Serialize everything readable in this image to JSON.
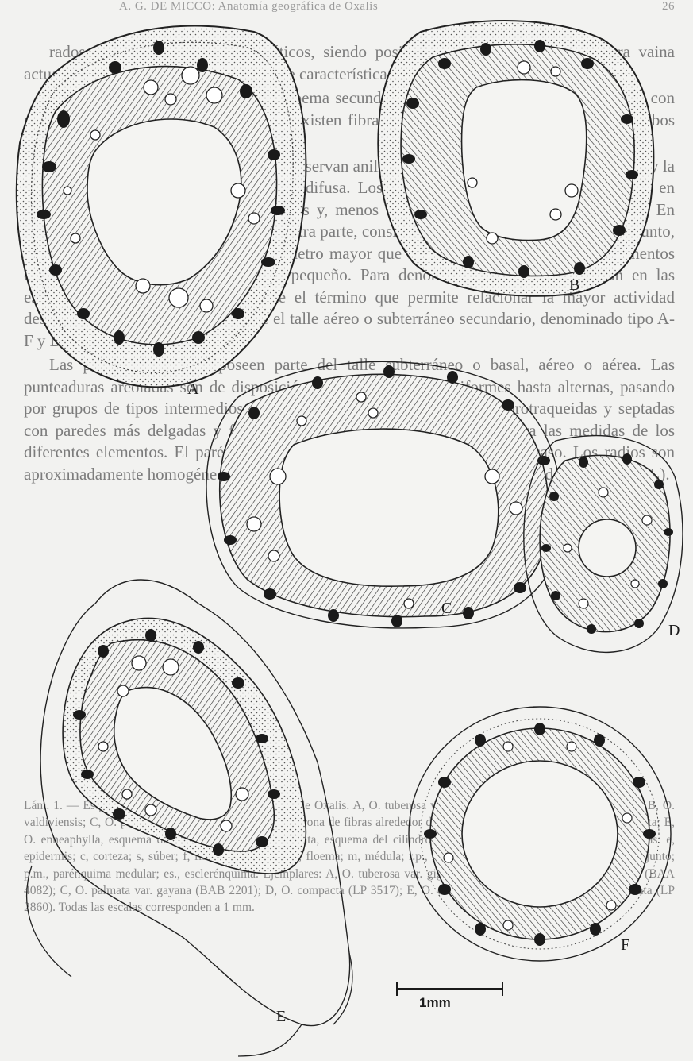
{
  "header": {
    "running_title": "A. G. DE MICCO: Anatomía geográfica de Oxalis",
    "page_number": "26"
  },
  "body_paragraphs": [
    "rados por elementos parenquimáticos, siendo posible encontrar células de nuestra vaina actuando como radios o con mayor parte característica que para las especies.",
    "Los elementos de conducción del floema secundario son principalmente tubos cribosos con placas cribosas simples o compuestas. Existen fibras liberianas que forman casquetes de tubos cribosos con elementos parenquimáticos.",
    "En la mayoría de las especies no se observan anillos de crecimiento en el leño secundario y la distribución de los vasos es en general difusa. Los vasos son frecuentemente solitarios o en pequeños grupos radiales cortos y largos y, menos frecuentemente, agrupados en racimo. En algunos casos se ha observado que, por otra parte, considerando el anillo vascular en su conjunto, se advierten sectores con vasos de diámetro mayor que alternan con otros donde los elementos conductores tienen un diámetro más pequeño. Para denominar este carácter, común en las especies más acentuadas, se propone el término que permite relacionar la mayor actividad designada con la posición que posee el talle aéreo o subterráneo secundario, denominado tipo A-F y D.",
    "Las plantas estudiadas poseen parte del talle subterráneo o basal, aéreo o aérea. Las punteaduras areoladas son de disposición alterna, desde escaleriformes hasta alternas, pasando por grupos de tipos intermedios y opuestos. También se encuentran fibrotraqueidas y septadas con paredes más delgadas y fibras septadas (Fig. 3 L). La figura 3 para las medidas de los diferentes elementos. El parénquima xilemático axial es perivascular y escaso. Los radios son aproximadamente homogéneos, más o menos anchos, uniseriados y multiseriados (Fig. 3 K y L)."
  ],
  "figure": {
    "panel_labels": [
      "A",
      "B",
      "C",
      "D",
      "E",
      "F"
    ],
    "scale_bar_label": "1mm"
  },
  "caption": "Lám. 1. — Esquemas de cortes transversales de talles de Oxalis. A, O. tuberosa var. gigantea, detalle del cilindro vascular; B, O. valdiviensis; C, O. palmata var. gayana, detalle de la corona de fibras alrededor del cilindro vascular del talle; D, O. compacta; E, O. enneaphylla, esquema del talle aéreo; F, O. squamata, esquema del cilindro vascular y la corona de fibras. Referencias: e, epidermis; c, corteza; s, súber; f, fibras; x, xilema; f.l., floema; m, médula; r.p., radio parenquimático; d.c., dermis del conjunto; p.m., parénquima medular; es., esclerénquima. Ejemplares: A, O. tuberosa var. gigantea (BAA 16096); B, O. valdiviensis (BAA 4082); C, O. palmata var. gayana (BAB 2201); D, O. compacta (LP 3517); E, O. enneaphylla (BAA 13908); F, O. squamata (LP 2860). Todas las escalas corresponden a 1 mm."
}
